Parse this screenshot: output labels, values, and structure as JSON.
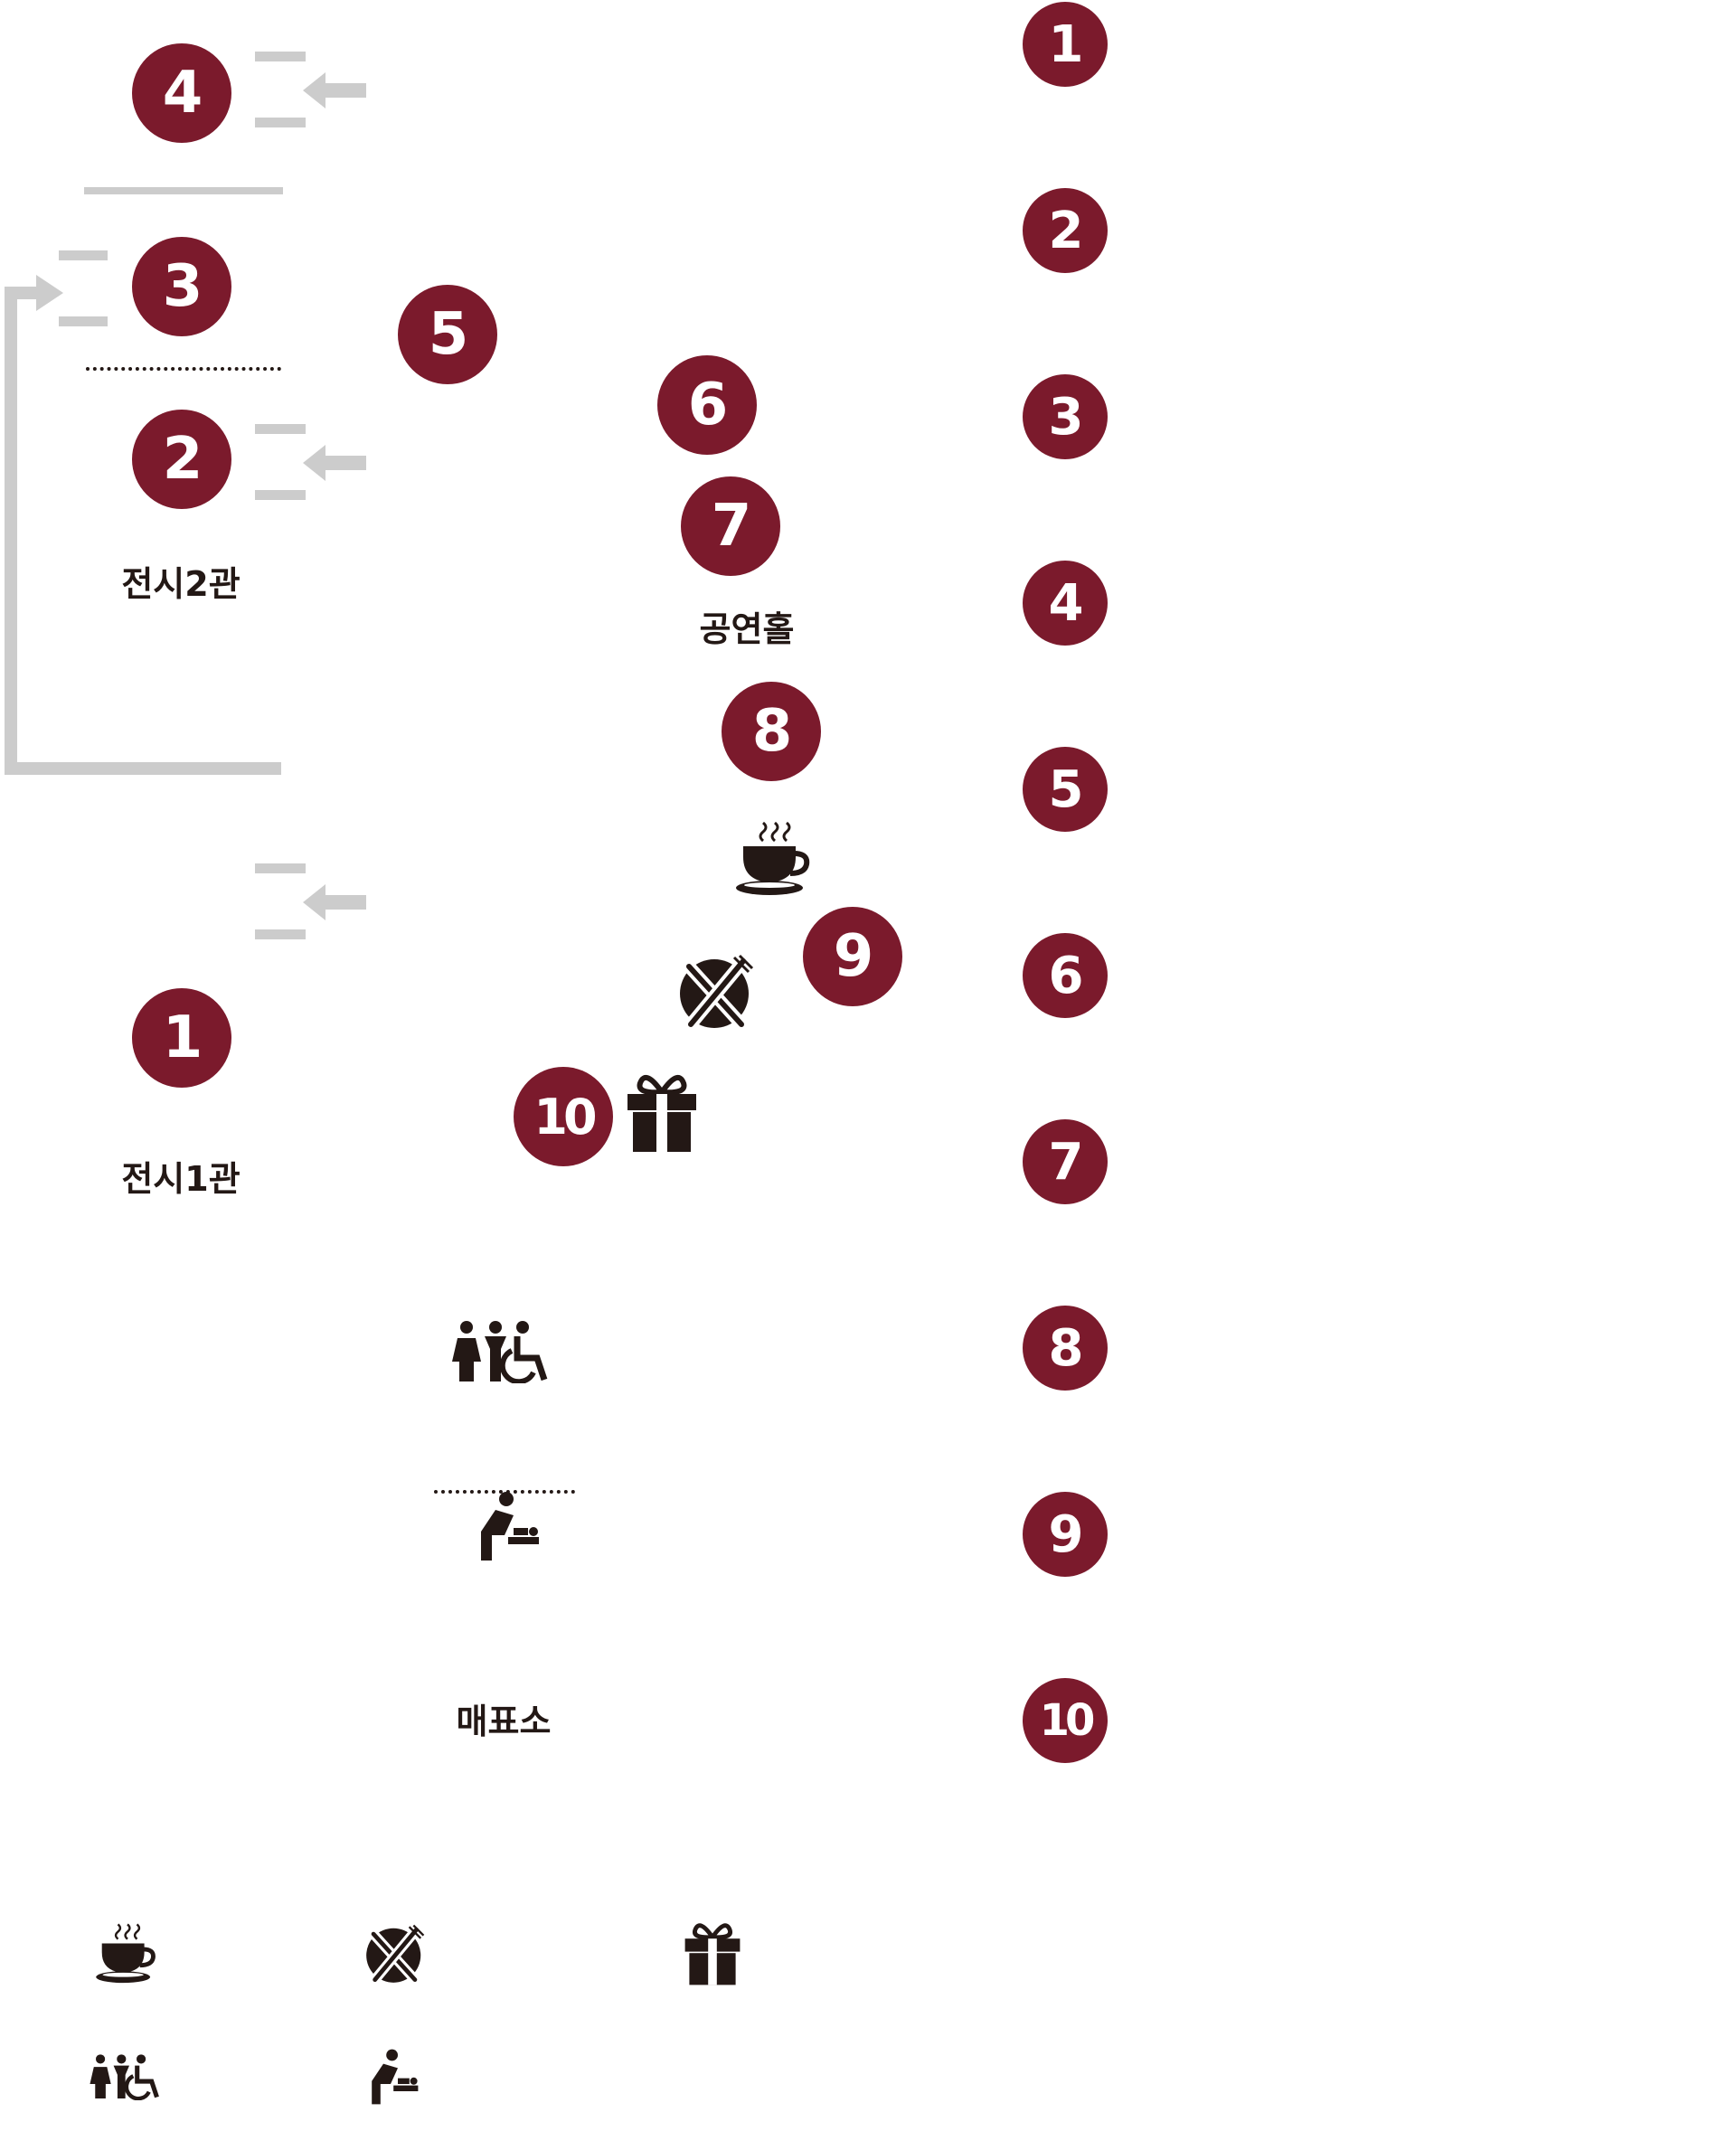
{
  "colors": {
    "badge": "#7b1a2c",
    "ink": "#231815",
    "guide": "#cccccc",
    "dots": "#231815"
  },
  "zones": [
    {
      "id": "hall2",
      "label": "전시2관"
    },
    {
      "id": "performance",
      "label": "공연홀"
    },
    {
      "id": "hall1",
      "label": "전시1관"
    },
    {
      "id": "ticket",
      "label": "매표소"
    }
  ],
  "map_markers": [
    "4",
    "3",
    "2",
    "5",
    "6",
    "7",
    "8",
    "9",
    "1",
    "10"
  ],
  "legend_numbers": [
    "1",
    "2",
    "3",
    "4",
    "5",
    "6",
    "7",
    "8",
    "9",
    "10"
  ],
  "icons": {
    "cafe": "coffee-cup-icon",
    "restaurant": "fork-knife-icon",
    "shop": "gift-icon",
    "restroom": "restroom-icon",
    "nursing": "baby-changing-icon"
  }
}
